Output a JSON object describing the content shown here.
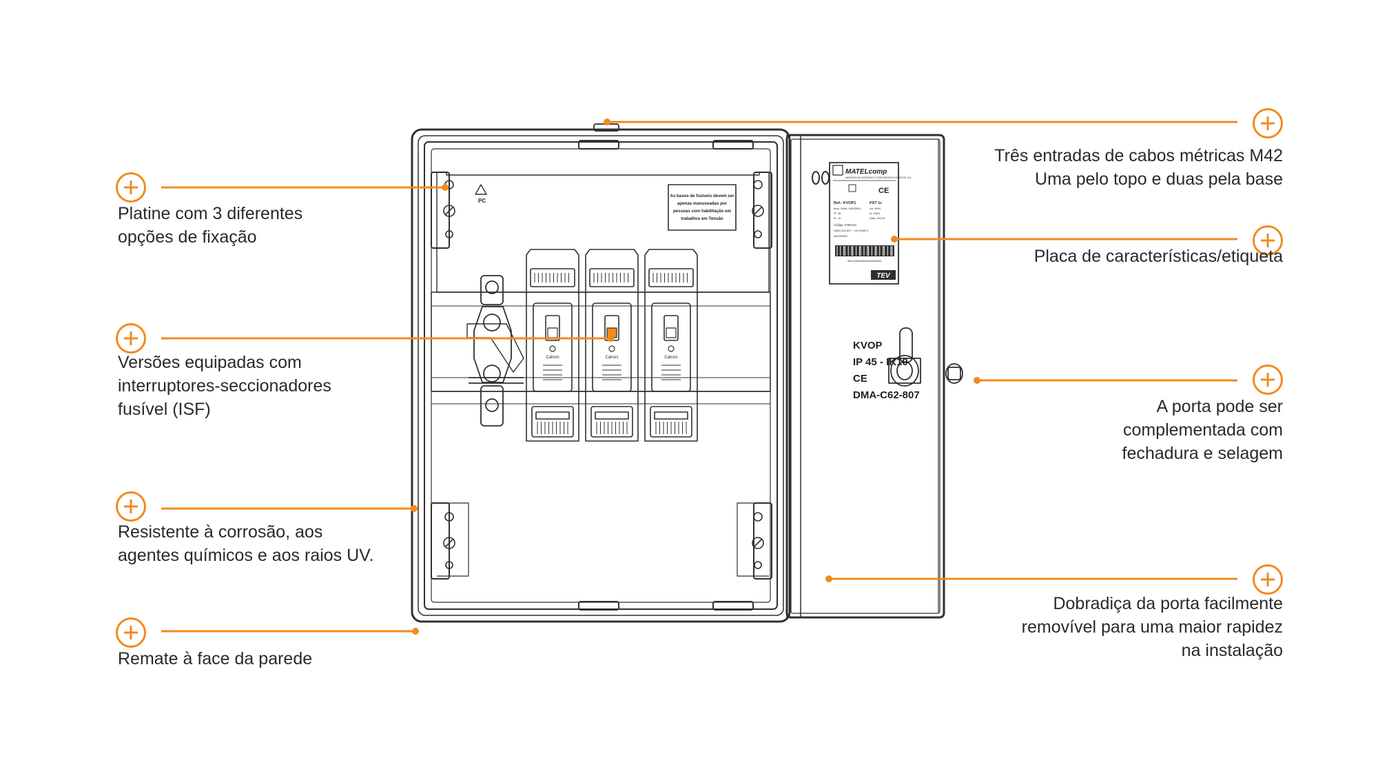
{
  "accent_color": "#F28A1E",
  "callouts": [
    {
      "id": "platine",
      "side": "left",
      "lines": [
        "Platine com 3 diferentes",
        "opções de fixação"
      ]
    },
    {
      "id": "versoes",
      "side": "left",
      "lines": [
        "Versões equipadas com",
        "interruptores-seccionadores",
        "fusível (ISF)"
      ]
    },
    {
      "id": "resistente",
      "side": "left",
      "lines": [
        "Resistente à corrosão, aos",
        "agentes químicos e aos raios UV."
      ]
    },
    {
      "id": "remate",
      "side": "left",
      "lines": [
        "Remate à face da parede"
      ]
    },
    {
      "id": "entradas",
      "side": "right",
      "lines": [
        "Três entradas de cabos métricas M42",
        "Uma pelo topo e duas pela base"
      ]
    },
    {
      "id": "placa",
      "side": "right",
      "lines": [
        "Placa de características/etiqueta"
      ]
    },
    {
      "id": "porta",
      "side": "right",
      "lines": [
        "A porta pode ser",
        "complementada com",
        "fechadura e selagem"
      ]
    },
    {
      "id": "dobradica",
      "side": "right",
      "lines": [
        "Dobradiça da porta facilmente",
        "removível para uma maior rapidez",
        "na instalação"
      ]
    }
  ],
  "enclosure": {
    "warning_label": [
      "As bases de fusíveis devem ser",
      "apenas manuseadas por",
      "pessoas com habilitação em",
      "trabalhos em Tensão"
    ],
    "pc_mark": "PC",
    "brand": "MATELcomp",
    "brand_sub": "INDÚSTRIA DE MATERIAIS E COMPONENTES ELÉTRICOS, S.A.",
    "nameplate": {
      "ref": "Ref.: KVOP1",
      "pst": "PST 1c",
      "ce": "CE",
      "logo": "TEV",
      "rows": [
        "Mod. Série: 00000001",
        "Ue: 400V",
        "IP: 45",
        "Ie: 160A",
        "IK: 10",
        "Data: 2019/1",
        "Código: 0-9KOA0",
        "DMA-C62-807 · CA-01069-1",
        "AA 000000"
      ],
      "barcode_text": "5601234567890000000000001"
    },
    "door_text": [
      "KVOP",
      "IP 45 - IK10",
      "CE",
      "DMA-C62-807"
    ],
    "switch_brand": "Cahors"
  }
}
